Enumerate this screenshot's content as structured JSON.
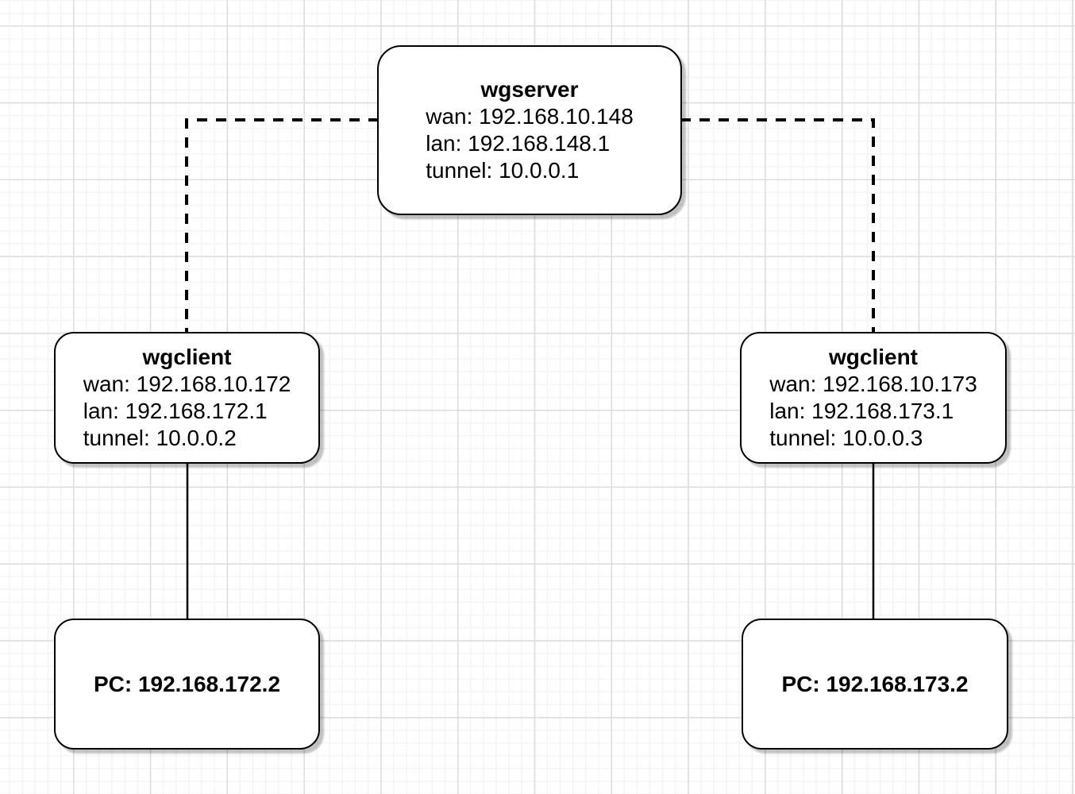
{
  "diagram": {
    "type": "network-topology",
    "nodes": {
      "server": {
        "title": "wgserver",
        "lines": [
          "wan: 192.168.10.148",
          "lan: 192.168.148.1",
          "tunnel: 10.0.0.1"
        ]
      },
      "client_left": {
        "title": "wgclient",
        "lines": [
          "wan: 192.168.10.172",
          "lan: 192.168.172.1",
          "tunnel: 10.0.0.2"
        ]
      },
      "client_right": {
        "title": "wgclient",
        "lines": [
          "wan: 192.168.10.173",
          "lan: 192.168.173.1",
          "tunnel: 10.0.0.3"
        ]
      },
      "pc_left": {
        "label": "PC: 192.168.172.2"
      },
      "pc_right": {
        "label": "PC: 192.168.173.2"
      }
    },
    "edges": [
      {
        "from": "wgserver",
        "to": "wgclient (left)",
        "style": "dashed"
      },
      {
        "from": "wgserver",
        "to": "wgclient (right)",
        "style": "dashed"
      },
      {
        "from": "wgclient (left)",
        "to": "pc_left",
        "style": "solid"
      },
      {
        "from": "wgclient (right)",
        "to": "pc_right",
        "style": "solid"
      }
    ],
    "colors": {
      "background": "#ffffff",
      "node_fill": "#ffffff",
      "node_border": "#000000",
      "text": "#000000",
      "grid_major": "#dcdcdc",
      "grid_minor": "#f4f4f4",
      "shadow": "rgba(0,0,0,0.24)"
    }
  }
}
